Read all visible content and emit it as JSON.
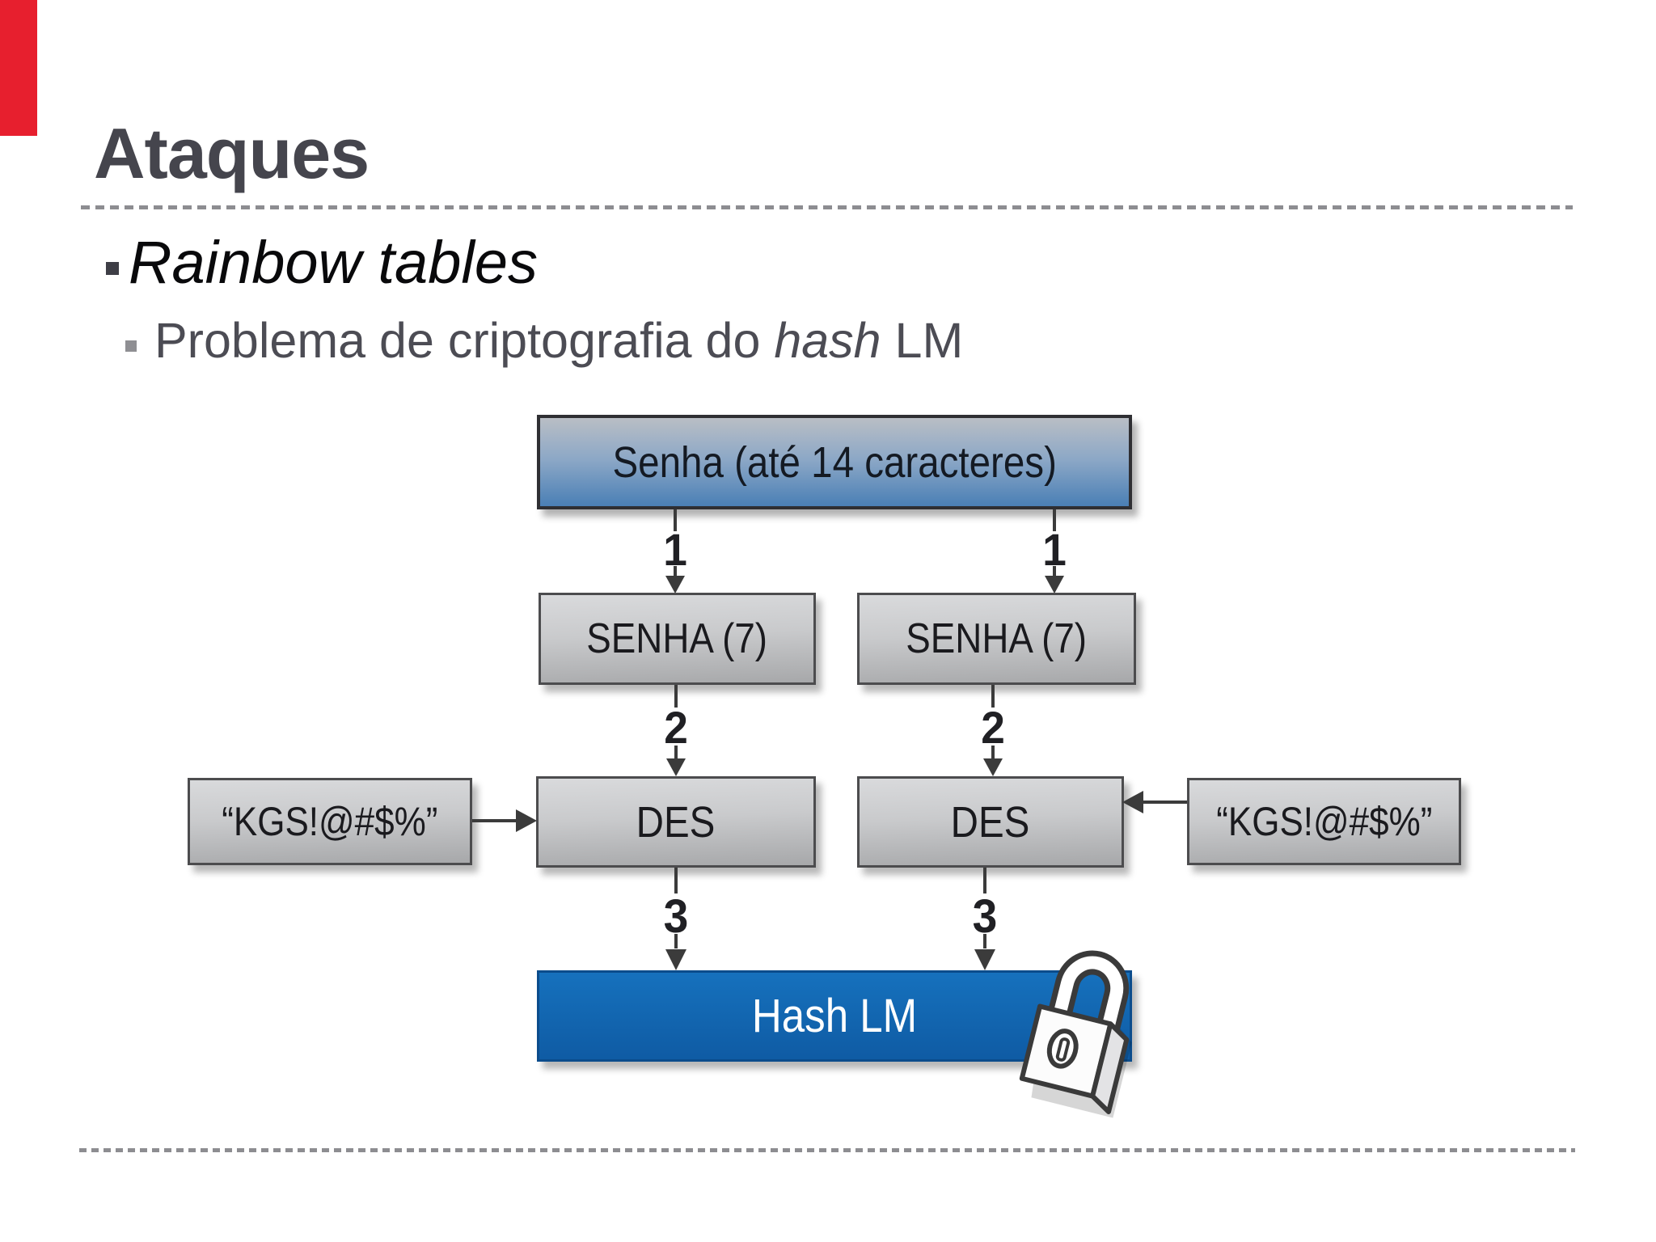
{
  "slide": {
    "title": "Ataques",
    "bullet_1": "Rainbow tables",
    "bullet_2": {
      "prefix": "Problema de criptografia do ",
      "italic": "hash",
      "suffix": " LM"
    }
  },
  "diagram": {
    "password_box": "Senha (até 14 caracteres)",
    "senha7_left": "SENHA (7)",
    "senha7_right": "SENHA (7)",
    "des_left": "DES",
    "des_right": "DES",
    "kgs_left": "“KGS!@#$%”",
    "kgs_right": "“KGS!@#$%”",
    "hash_box": "Hash LM",
    "steps": {
      "s1_left": "1",
      "s1_right": "1",
      "s2_left": "2",
      "s2_right": "2",
      "s3_left": "3",
      "s3_right": "3"
    },
    "icons": {
      "lock": "padlock-icon"
    }
  },
  "colors": {
    "accent_red": "#e71f2e",
    "hash_blue": "#1265af",
    "password_gradient_top": "#b7bcc3",
    "password_gradient_bottom": "#4a7fb5",
    "gray_box_top": "#d8d9db",
    "gray_box_bottom": "#a6a7a9",
    "title_text": "#45454d",
    "divider_gray": "#8d8d91",
    "connector_gray": "#3b3b3b"
  }
}
